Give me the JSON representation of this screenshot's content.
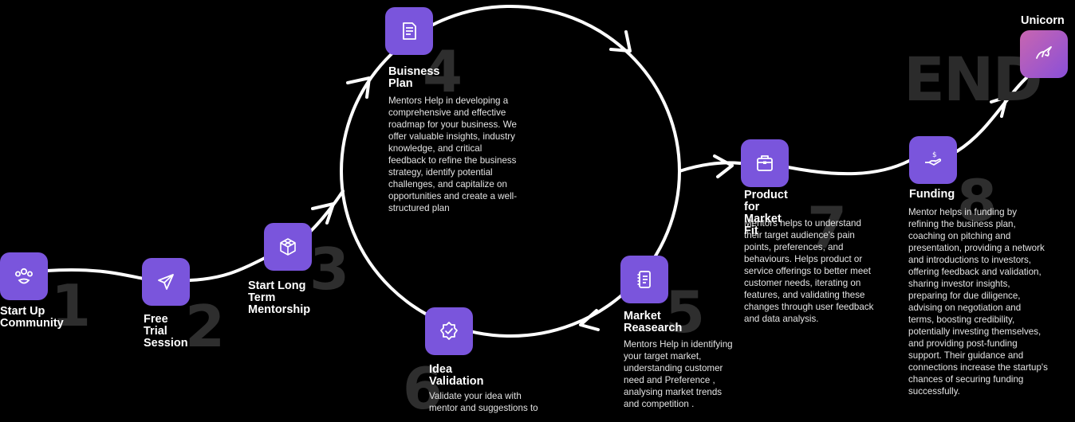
{
  "steps": [
    {
      "id": "s1",
      "number": "1",
      "title": "Start Up\nCommunity",
      "desc": "",
      "icon": "community-icon"
    },
    {
      "id": "s2",
      "number": "2",
      "title": "Free Trial\nSession",
      "desc": "",
      "icon": "paper-plane-icon"
    },
    {
      "id": "s3",
      "number": "3",
      "title": "Start Long Term\nMentorship",
      "desc": "",
      "icon": "cube-icon"
    },
    {
      "id": "s4",
      "number": "4",
      "title": "Buisness\nPlan",
      "desc": "Mentors Help in developing a\ncomprehensive and effective\nroadmap for your business. We\noffer valuable insights, industry\nknowledge, and critical\nfeedback to refine the business\nstrategy, identify potential\nchallenges, and capitalize on\nopportunities and create a well-\nstructured plan",
      "icon": "document-icon"
    },
    {
      "id": "s5",
      "number": "5",
      "title": "Market\nReasearch",
      "desc": "Mentors Help  in identifying\nyour target market,\nunderstanding customer\nneed and Preference ,\nanalysing market trends\nand competition .",
      "icon": "notebook-icon"
    },
    {
      "id": "s6",
      "number": "6",
      "title": "Idea\nValidation",
      "desc": "Validate your idea with\nmentor and suggestions to",
      "icon": "verified-badge-icon"
    },
    {
      "id": "s7",
      "number": "7",
      "title": "Product for\nMarket Fit",
      "desc": "Mentors helps to understand\ntheir target audience's pain\npoints, preferences, and\nbehaviours. Helps product or\nservice offerings to better meet\ncustomer needs, iterating on\nfeatures, and validating these\nchanges through user feedback\nand data analysis.",
      "icon": "clipboard-icon"
    },
    {
      "id": "s8",
      "number": "8",
      "title": "Funding",
      "desc": "Mentor helps in funding by\nrefining the business plan,\ncoaching on pitching and\npresentation, providing a network\nand introductions to investors,\noffering feedback and validation,\nsharing investor insights,\npreparing for due diligence,\nadvising on negotiation and\nterms, boosting credibility,\npotentially investing themselves,\nand providing post-funding\nsupport. Their guidance and\nconnections increase the startup's\nchances of securing funding\nsuccessfully.",
      "icon": "hand-money-icon"
    }
  ],
  "end": {
    "word": "END",
    "label": "Unicorn",
    "icon": "unicorn-icon"
  },
  "colors": {
    "background": "#000000",
    "icon_bg": "#7a55dc",
    "line": "#ffffff",
    "big_number": "#2e2e2e",
    "unicorn_gradient": [
      "#c866b0",
      "#8a4fd8"
    ]
  }
}
